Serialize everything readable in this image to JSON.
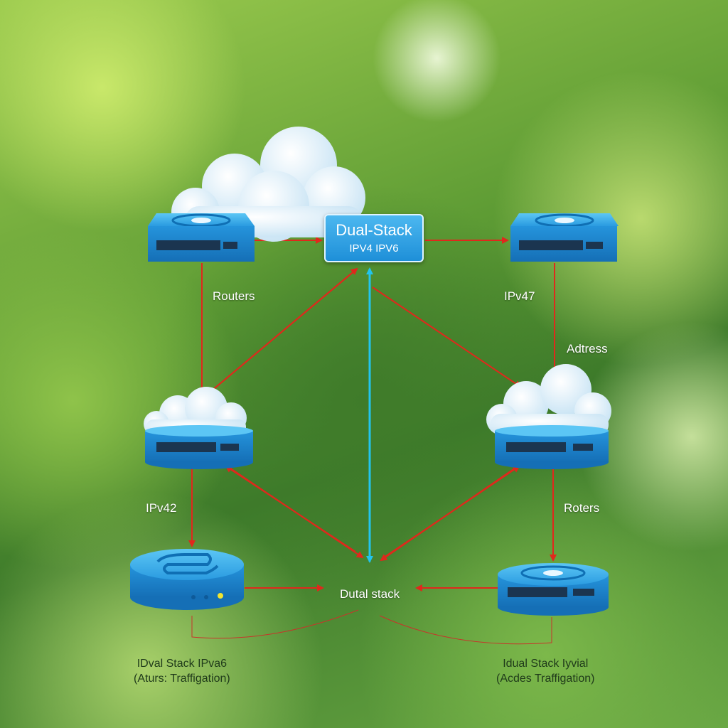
{
  "colors": {
    "link_red": "#e0281c",
    "link_cyan": "#22c4ee",
    "device_blue": "#1e8fd8",
    "device_light": "#4cb8f0"
  },
  "hub": {
    "title": "Dual-Stack",
    "subtitle": "IPV4 IPV6"
  },
  "labels": {
    "routers": "Routers",
    "ipv47": "IPv47",
    "address": "Adtress",
    "ipv42": "IPv42",
    "roters": "Roters",
    "center": "Dutal stack"
  },
  "captions": {
    "left_line1": "IDval Stack IPva6",
    "left_line2": "(Aturs: Traffigation)",
    "right_line1": "Idual Stack Iyvial",
    "right_line2": "(Acdes Traffigation)"
  },
  "icons": [
    "cloud-icon",
    "switch-icon",
    "router-icon",
    "arrow-icon"
  ]
}
